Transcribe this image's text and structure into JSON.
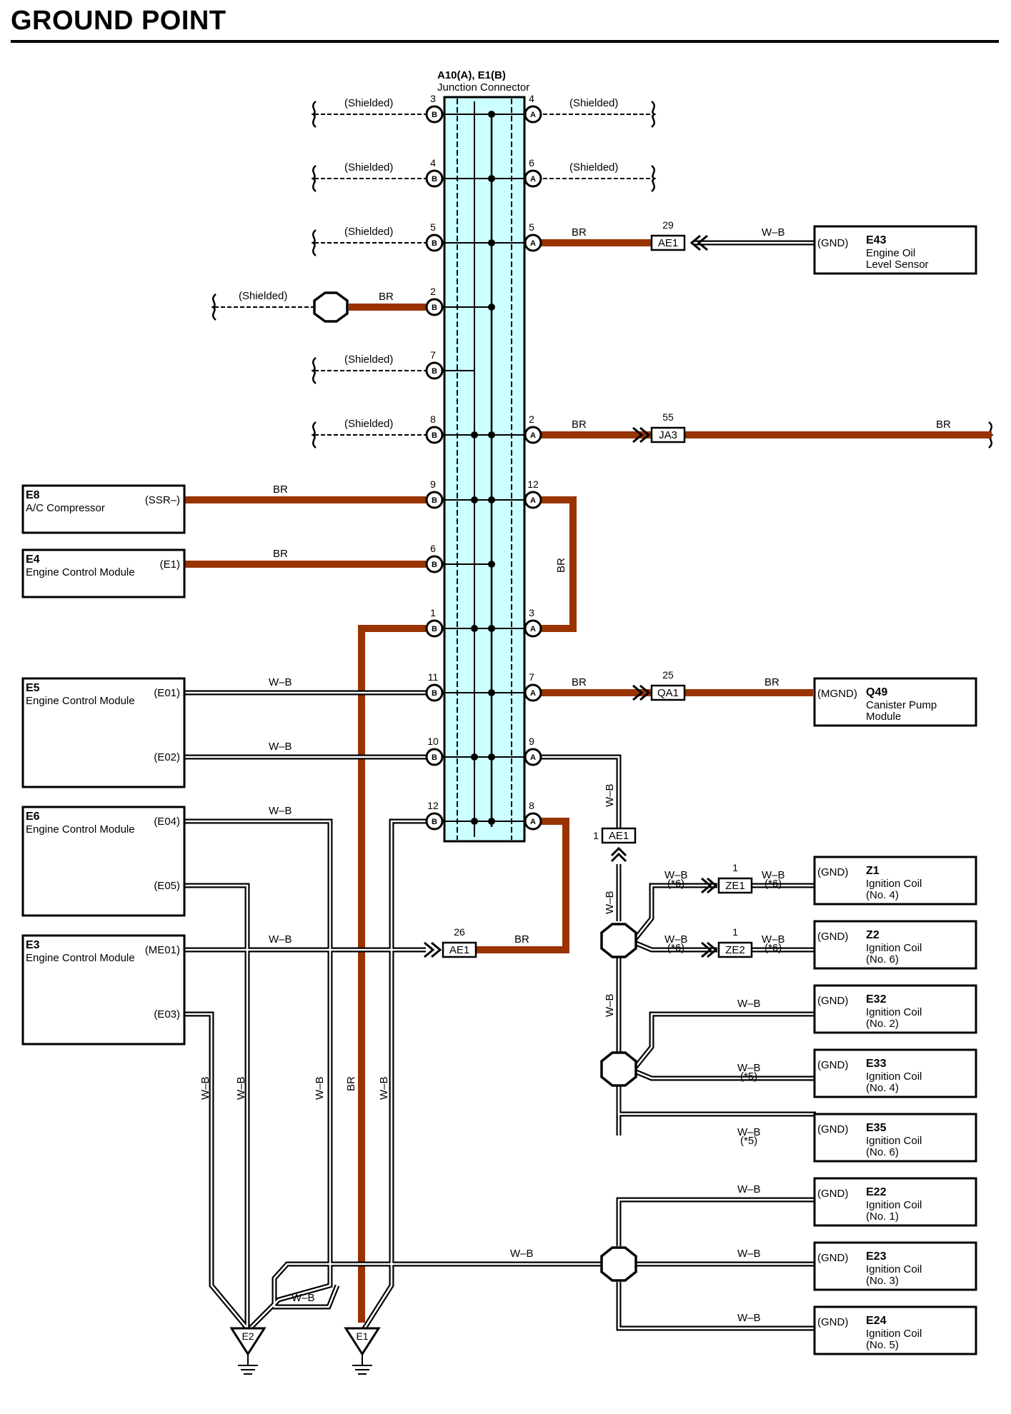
{
  "title": "GROUND POINT",
  "junction": {
    "title": "A10(A), E1(B)",
    "subtitle": "Junction Connector"
  },
  "wire_codes": {
    "br": "BR",
    "wb": "W–B",
    "shielded": "(Shielded)"
  },
  "footnotes": {
    "n5": "(*5)",
    "n6": "(*6)"
  },
  "colors": {
    "br_wire": "#993300",
    "junction_fill": "#ccffff",
    "line": "#000000",
    "background": "#ffffff"
  },
  "connectors": {
    "AE1": "AE1",
    "JA3": "JA3",
    "QA1": "QA1",
    "ZE1": "ZE1",
    "ZE2": "ZE2",
    "pin_AE1_29": "29",
    "pin_JA3_55": "55",
    "pin_QA1_25": "25",
    "pin_AE1_26": "26",
    "pin_AE1_1": "1",
    "pin_ZE1_1": "1",
    "pin_ZE2_1": "1"
  },
  "left_pins": {
    "r1": {
      "num": "3",
      "side": "B"
    },
    "r2": {
      "num": "4",
      "side": "B"
    },
    "r3": {
      "num": "5",
      "side": "B"
    },
    "r4": {
      "num": "2",
      "side": "B"
    },
    "r5": {
      "num": "7",
      "side": "B"
    },
    "r6": {
      "num": "8",
      "side": "B"
    },
    "r7": {
      "num": "9",
      "side": "B"
    },
    "r8": {
      "num": "6",
      "side": "B"
    },
    "r9": {
      "num": "1",
      "side": "B"
    },
    "r10": {
      "num": "11",
      "side": "B"
    },
    "r11": {
      "num": "10",
      "side": "B"
    },
    "r12": {
      "num": "12",
      "side": "B"
    }
  },
  "right_pins": {
    "r1": {
      "num": "4",
      "side": "A"
    },
    "r2": {
      "num": "6",
      "side": "A"
    },
    "r3": {
      "num": "5",
      "side": "A"
    },
    "r6": {
      "num": "2",
      "side": "A"
    },
    "r7": {
      "num": "12",
      "side": "A"
    },
    "r9": {
      "num": "3",
      "side": "A"
    },
    "r10": {
      "num": "7",
      "side": "A"
    },
    "r11": {
      "num": "9",
      "side": "A"
    },
    "r12": {
      "num": "8",
      "side": "A"
    }
  },
  "components_left": {
    "E8": {
      "id": "E8",
      "name": "A/C Compressor",
      "term": "(SSR–)"
    },
    "E4": {
      "id": "E4",
      "name": "Engine Control Module",
      "term": "(E1)"
    },
    "E5": {
      "id": "E5",
      "name": "Engine Control Module",
      "term1": "(E01)",
      "term2": "(E02)"
    },
    "E6": {
      "id": "E6",
      "name": "Engine Control Module",
      "term1": "(E04)",
      "term2": "(E05)"
    },
    "E3": {
      "id": "E3",
      "name": "Engine Control Module",
      "term1": "(ME01)",
      "term2": "(E03)"
    }
  },
  "components_right": {
    "E43": {
      "id": "E43",
      "line1": "Engine Oil",
      "line2": "Level Sensor",
      "term": "(GND)"
    },
    "Q49": {
      "id": "Q49",
      "line1": "Canister Pump",
      "line2": "Module",
      "term": "(MGND)"
    },
    "Z1": {
      "id": "Z1",
      "line1": "Ignition Coil",
      "line2": "(No. 4)",
      "term": "(GND)"
    },
    "Z2": {
      "id": "Z2",
      "line1": "Ignition Coil",
      "line2": "(No. 6)",
      "term": "(GND)"
    },
    "E32": {
      "id": "E32",
      "line1": "Ignition Coil",
      "line2": "(No. 2)",
      "term": "(GND)"
    },
    "E33": {
      "id": "E33",
      "line1": "Ignition Coil",
      "line2": "(No. 4)",
      "term": "(GND)"
    },
    "E35": {
      "id": "E35",
      "line1": "Ignition Coil",
      "line2": "(No. 6)",
      "term": "(GND)"
    },
    "E22": {
      "id": "E22",
      "line1": "Ignition Coil",
      "line2": "(No. 1)",
      "term": "(GND)"
    },
    "E23": {
      "id": "E23",
      "line1": "Ignition Coil",
      "line2": "(No. 3)",
      "term": "(GND)"
    },
    "E24": {
      "id": "E24",
      "line1": "Ignition Coil",
      "line2": "(No. 5)",
      "term": "(GND)"
    }
  },
  "grounds": {
    "E2": "E2",
    "E1": "E1"
  }
}
